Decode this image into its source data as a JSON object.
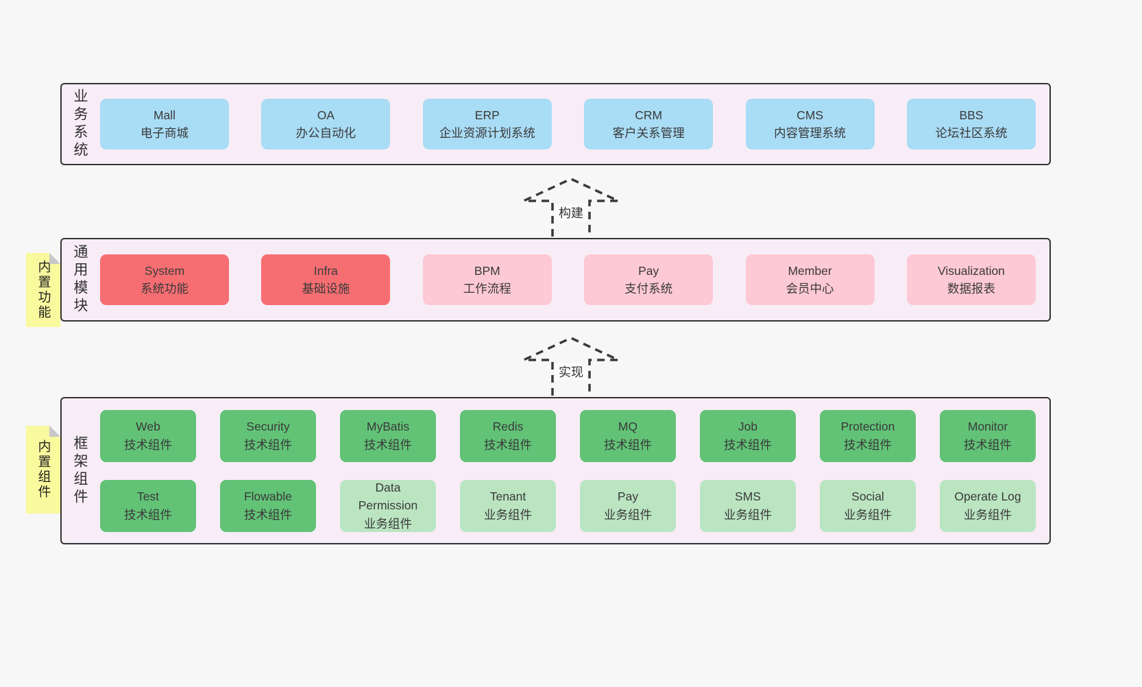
{
  "colors": {
    "page_bg": "#f7f7f7",
    "band_bg": "#f8edf6",
    "band_border": "#333333",
    "blue_box": "#a9dcf5",
    "red_box": "#f76e72",
    "pink_box": "#fdc9d4",
    "green_box": "#62c377",
    "light_green_box": "#bbe5c1",
    "sticky_yellow": "#f9f99e",
    "sticky_fold_grey": "#c8c8c8",
    "text": "#3a3a3a"
  },
  "arrows": [
    {
      "label": "构建"
    },
    {
      "label": "实现"
    }
  ],
  "bands": [
    {
      "label": "业务系统",
      "rows": [
        [
          {
            "title": "Mall",
            "subtitle": "电子商城",
            "variant": "blue"
          },
          {
            "title": "OA",
            "subtitle": "办公自动化",
            "variant": "blue"
          },
          {
            "title": "ERP",
            "subtitle": "企业资源计划系统",
            "variant": "blue"
          },
          {
            "title": "CRM",
            "subtitle": "客户关系管理",
            "variant": "blue"
          },
          {
            "title": "CMS",
            "subtitle": "内容管理系统",
            "variant": "blue"
          },
          {
            "title": "BBS",
            "subtitle": "论坛社区系统",
            "variant": "blue"
          }
        ]
      ]
    },
    {
      "label": "通用模块",
      "sticky": "内置功能",
      "rows": [
        [
          {
            "title": "System",
            "subtitle": "系统功能",
            "variant": "red"
          },
          {
            "title": "Infra",
            "subtitle": "基础设施",
            "variant": "red"
          },
          {
            "title": "BPM",
            "subtitle": "工作流程",
            "variant": "pink"
          },
          {
            "title": "Pay",
            "subtitle": "支付系统",
            "variant": "pink"
          },
          {
            "title": "Member",
            "subtitle": "会员中心",
            "variant": "pink"
          },
          {
            "title": "Visualization",
            "subtitle": "数据报表",
            "variant": "pink"
          }
        ]
      ]
    },
    {
      "label": "框架组件",
      "sticky": "内置组件",
      "rows": [
        [
          {
            "title": "Web",
            "subtitle": "技术组件",
            "variant": "green"
          },
          {
            "title": "Security",
            "subtitle": "技术组件",
            "variant": "green"
          },
          {
            "title": "MyBatis",
            "subtitle": "技术组件",
            "variant": "green"
          },
          {
            "title": "Redis",
            "subtitle": "技术组件",
            "variant": "green"
          },
          {
            "title": "MQ",
            "subtitle": "技术组件",
            "variant": "green"
          },
          {
            "title": "Job",
            "subtitle": "技术组件",
            "variant": "green"
          },
          {
            "title": "Protection",
            "subtitle": "技术组件",
            "variant": "green"
          },
          {
            "title": "Monitor",
            "subtitle": "技术组件",
            "variant": "green"
          }
        ],
        [
          {
            "title": "Test",
            "subtitle": "技术组件",
            "variant": "green"
          },
          {
            "title": "Flowable",
            "subtitle": "技术组件",
            "variant": "green"
          },
          {
            "title": "Data Permission",
            "subtitle": "业务组件",
            "variant": "lightgreen"
          },
          {
            "title": "Tenant",
            "subtitle": "业务组件",
            "variant": "lightgreen"
          },
          {
            "title": "Pay",
            "subtitle": "业务组件",
            "variant": "lightgreen"
          },
          {
            "title": "SMS",
            "subtitle": "业务组件",
            "variant": "lightgreen"
          },
          {
            "title": "Social",
            "subtitle": "业务组件",
            "variant": "lightgreen"
          },
          {
            "title": "Operate Log",
            "subtitle": "业务组件",
            "variant": "lightgreen"
          }
        ]
      ]
    }
  ]
}
